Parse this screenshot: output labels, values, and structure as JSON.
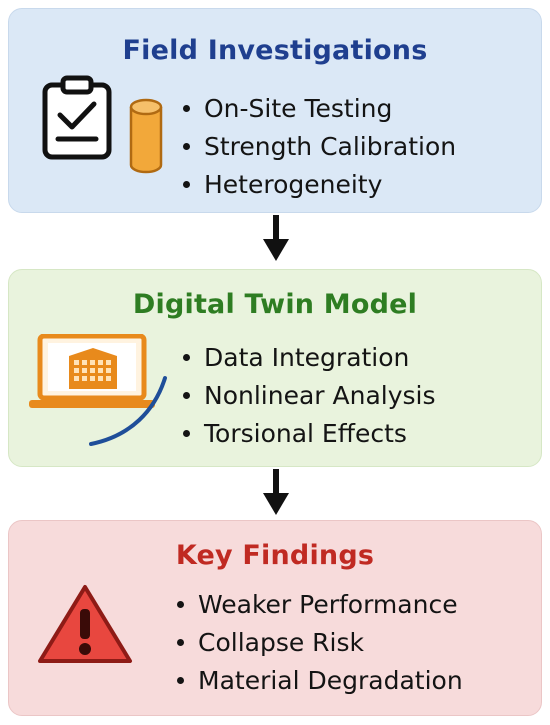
{
  "colors": {
    "field_bg": "#dbe8f6",
    "field_title": "#1f3f8f",
    "twin_bg": "#e9f3dd",
    "twin_title": "#2e7d22",
    "findings_bg": "#f7dbdb",
    "findings_title": "#c02a22",
    "arrow": "#111111",
    "cylinder": "#f2a83a",
    "laptop": "#e88a1c",
    "warning": "#e8473f"
  },
  "icons": {
    "field": [
      "clipboard-check-icon",
      "concrete-cylinder-icon"
    ],
    "twin": [
      "laptop-building-icon",
      "curve-icon"
    ],
    "findings": [
      "warning-triangle-icon"
    ],
    "connectors": [
      "arrow-down-icon",
      "arrow-down-icon"
    ]
  },
  "field": {
    "title": "Field Investigations",
    "items": [
      "On-Site Testing",
      "Strength Calibration",
      "Heterogeneity"
    ]
  },
  "twin": {
    "title": "Digital Twin Model",
    "items": [
      "Data Integration",
      "Nonlinear Analysis",
      "Torsional Effects"
    ]
  },
  "findings": {
    "title": "Key Findings",
    "items": [
      "Weaker Performance",
      "Collapse Risk",
      "Material Degradation"
    ]
  }
}
